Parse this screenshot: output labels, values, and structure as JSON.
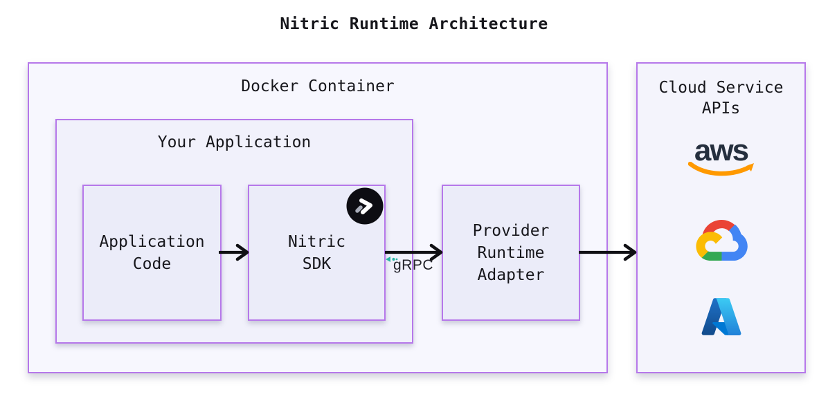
{
  "title": "Nitric Runtime Architecture",
  "docker_container": {
    "label": "Docker Container"
  },
  "your_application": {
    "label": "Your Application"
  },
  "application_code": {
    "lines": [
      "Application",
      "Code"
    ]
  },
  "nitric_sdk": {
    "lines": [
      "Nitric",
      "SDK"
    ],
    "logo_icon": "nitric-logo"
  },
  "provider_adapter": {
    "lines": [
      "Provider",
      "Runtime",
      "Adapter"
    ]
  },
  "grpc_link": {
    "label": "gRPC",
    "icon": "grpc-arrow-icon"
  },
  "cloud_services": {
    "label_lines": [
      "Cloud Service",
      "APIs"
    ],
    "aws_wordmark": "aws",
    "provider_icons": [
      "aws-logo",
      "google-cloud-logo",
      "azure-logo"
    ]
  },
  "colors": {
    "box_border": "#b678ea",
    "outer_box_fill": "#f7f7fe",
    "mid_box_fill": "#f1f1fb",
    "inner_box_fill": "#ebecf9",
    "arrow": "#101014",
    "text": "#17171c",
    "grpc_teal": "#2ab5a5",
    "aws_dark": "#252f3e",
    "aws_orange": "#ff9900",
    "gcp_red": "#ea4335",
    "gcp_blue": "#4285f4",
    "gcp_green": "#34a853",
    "gcp_yellow": "#fbbc05",
    "azure_blue": "#0078d4"
  }
}
